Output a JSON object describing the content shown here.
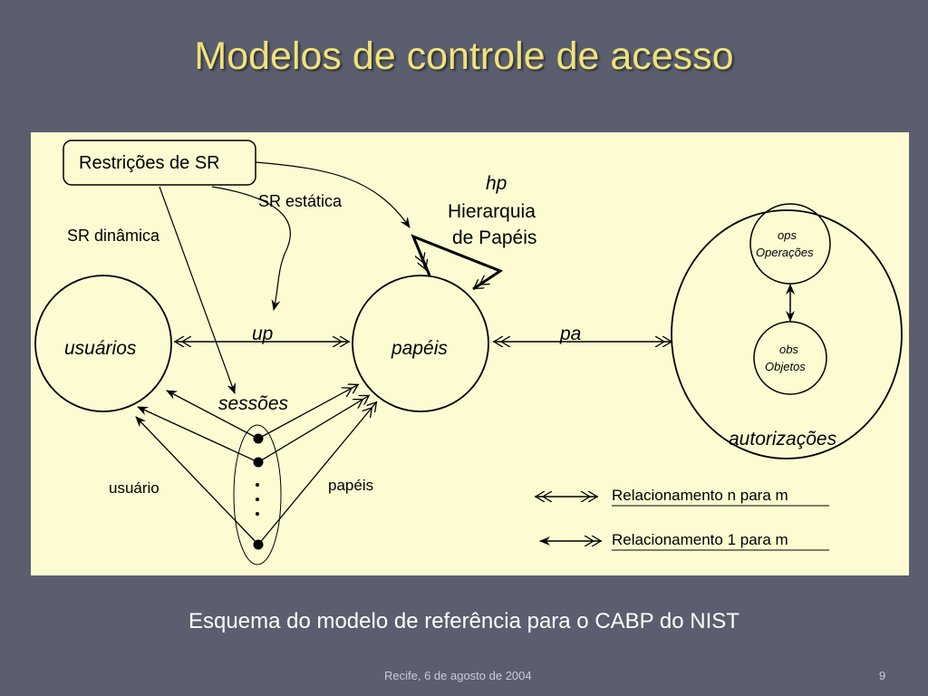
{
  "slide": {
    "title": "Modelos de controle de acesso",
    "caption": "Esquema do modelo de referência para o CABP do NIST",
    "footer_date": "Recife, 6 de agosto de 2004",
    "page_number": "9"
  },
  "diagram": {
    "restricoes_box": "Restrições de SR",
    "sr_estatica": "SR estática",
    "sr_dinamica": "SR dinâmica",
    "hp": "hp",
    "hierarquia": "Hierarquia",
    "de_papeis": "de Papéis",
    "usuarios": "usuários",
    "papeis": "papéis",
    "up": "up",
    "pa": "pa",
    "sessoes": "sessões",
    "usuario": "usuário",
    "papeis_lower": "papéis",
    "ops": "ops",
    "operacoes": "Operações",
    "obs": "obs",
    "objetos": "Objetos",
    "autorizacoes": "autorizações",
    "legend_n_m": "Relacionamento n para m",
    "legend_1_m": "Relacionamento 1 para m"
  },
  "colors": {
    "background": "#5a5e6f",
    "title": "#f0e27a",
    "panel": "#fdfbd2"
  }
}
